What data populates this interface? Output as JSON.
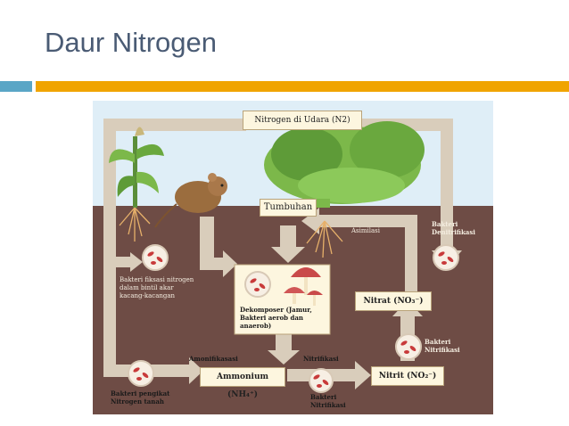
{
  "slide": {
    "title": "Daur Nitrogen",
    "accent_colors": {
      "blue": "#5aa6c6",
      "gold": "#f0a400"
    }
  },
  "diagram": {
    "colors": {
      "sky": "#dfeef7",
      "soil": "#6e4c45",
      "arrow": "#d9cdbb",
      "box_fill": "#fdf6df"
    },
    "nodes": {
      "air_nitrogen": "Nitrogen di Udara (N2)",
      "plant": "Tumbuhan",
      "decomposer": "Dekomposer (Jamur, Bakteri aerob dan anaerob)",
      "ammonium": "Ammonium (NH₄⁺)",
      "nitrite": "Nitrit (NO₂⁻)",
      "nitrate": "Nitrat (NO₃⁻)"
    },
    "labels": {
      "fixing_bacteria": "Bakteri fiksasi nitrogen dalam bintil akar kacang-kacangan",
      "assimilation": "Asimilasi",
      "denitrifying_bacteria": "Bakteri Denitrifikasi",
      "ammonification": "Amonifikasasi",
      "nitrification": "Nitrifikasi",
      "nitrifying_bacteria_top": "Bakteri Nitrifikasi",
      "nitrifying_bacteria_bottom": "Bakteri Nitrifikasi",
      "soil_nitrogen_bacteria": "Bakteri pengikat Nitrogen tanah"
    },
    "icons": [
      "bacteria-icon",
      "mushroom-icon",
      "tree-icon",
      "mouse-icon",
      "corn-plant-icon",
      "root-icon"
    ]
  }
}
